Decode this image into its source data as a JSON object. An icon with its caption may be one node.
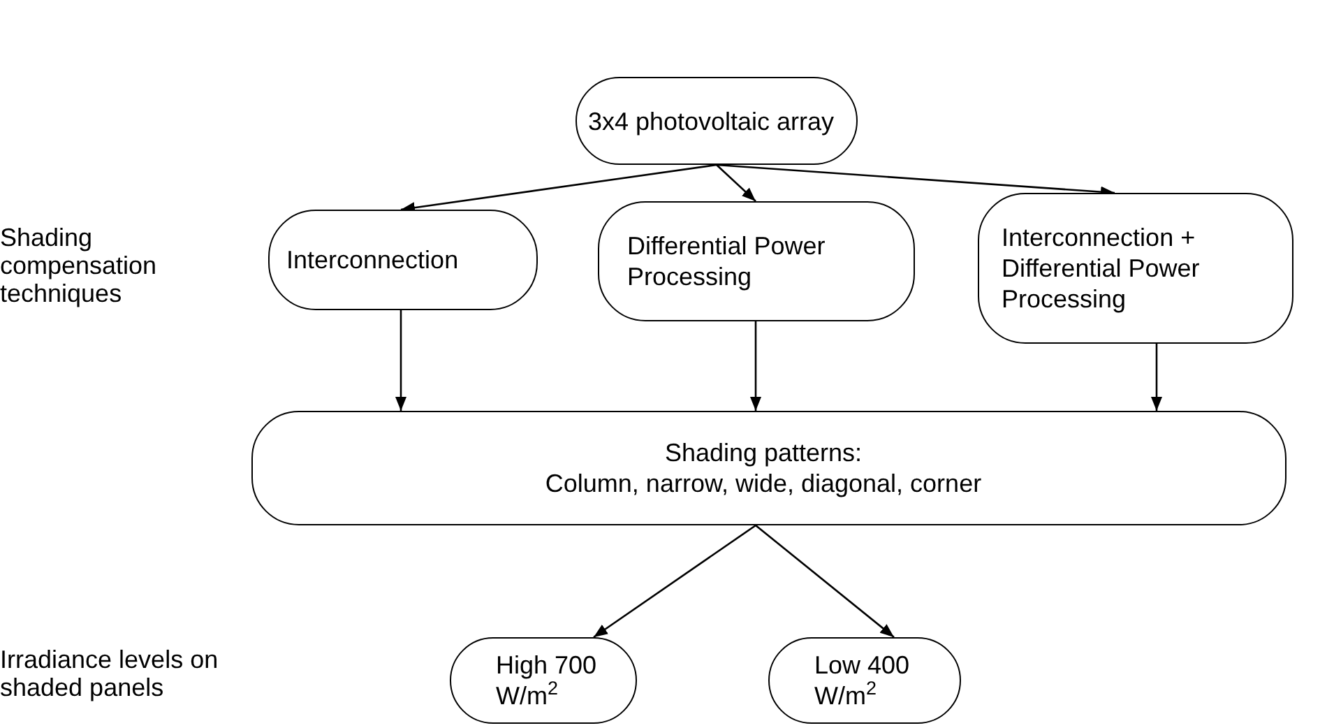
{
  "diagram": {
    "nodes": [
      {
        "text": [
          "3x4 photovoltaic array"
        ]
      },
      {
        "text": [
          "Interconnection"
        ]
      },
      {
        "text": [
          "Differential Power Processing"
        ]
      },
      {
        "text": [
          "Interconnection + Differential Power Processing"
        ]
      },
      {
        "text": [
          "Shading patterns:",
          "Column, narrow, wide, diagonal, corner"
        ]
      },
      {
        "text": [
          "High 700 W/m$^{2}$"
        ]
      },
      {
        "text": [
          "Low 400 W/m$^{2}$"
        ]
      }
    ],
    "edges": [
      {
        "from": 0,
        "to": 1,
        "arrow": "to"
      },
      {
        "from": 0,
        "to": 2,
        "arrow": "to"
      },
      {
        "from": 0,
        "to": 3,
        "arrow": "to"
      },
      {
        "from": 1,
        "to": 4,
        "arrow": "to"
      },
      {
        "from": 2,
        "to": 4,
        "arrow": "to"
      },
      {
        "from": 3,
        "to": 4,
        "arrow": "to"
      },
      {
        "from": 4,
        "to": 5,
        "arrow": "to"
      },
      {
        "from": 4,
        "to": 6,
        "arrow": "to"
      }
    ],
    "labels": [
      "Shading compensation techniques",
      "Irradiance levels on shaded panels"
    ]
  }
}
